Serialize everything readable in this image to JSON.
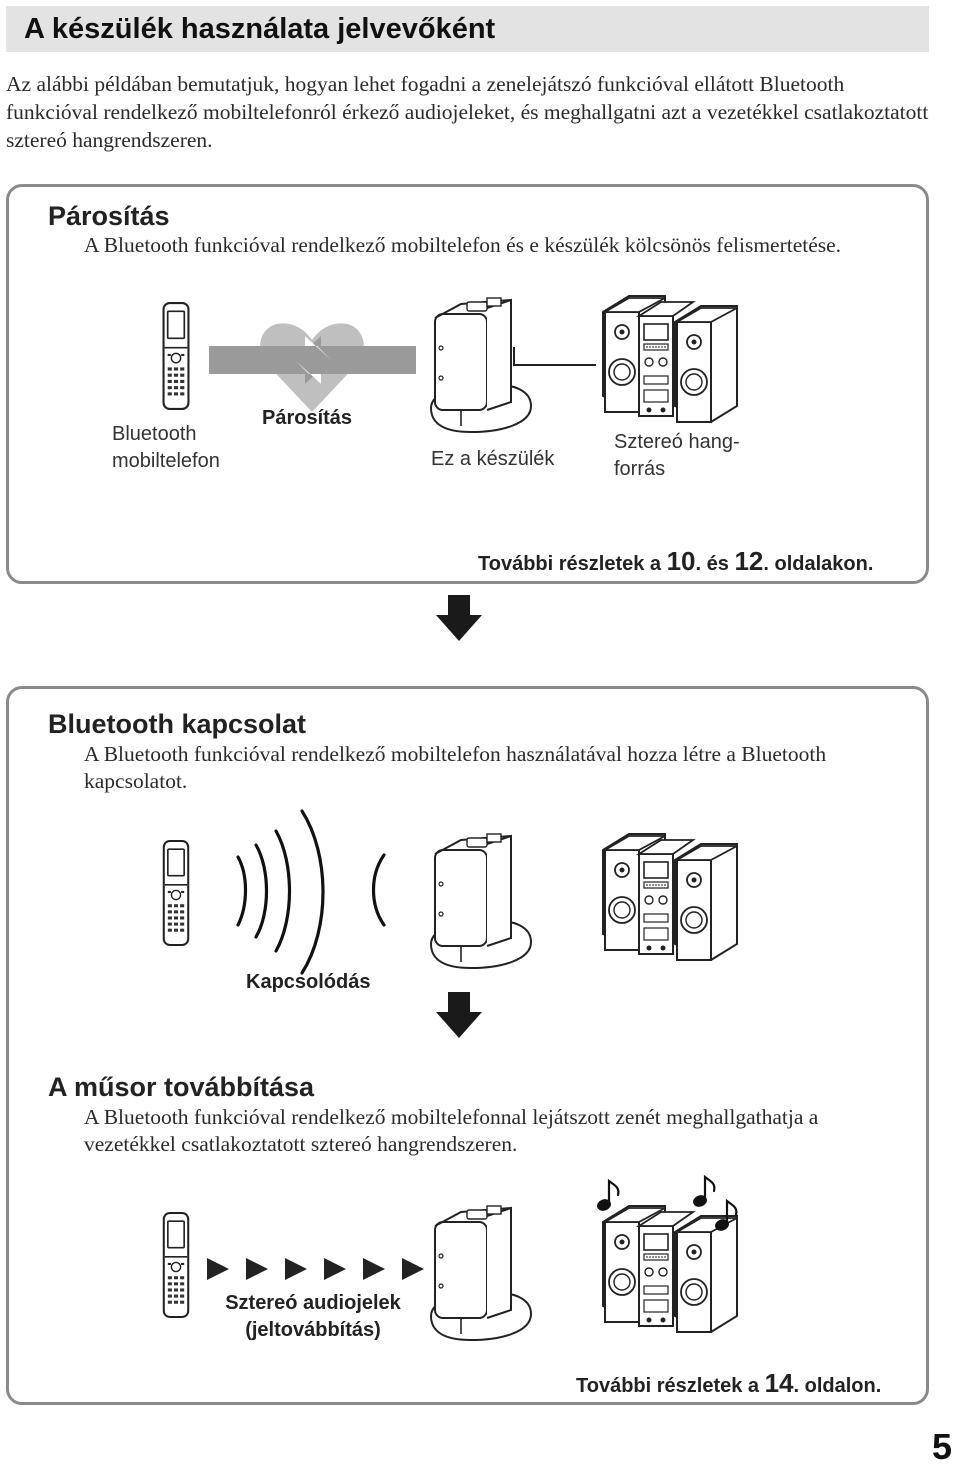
{
  "header": {
    "title": "A készülék használata jelvevőként"
  },
  "intro": "Az alábbi példában bemutatjuk, hogyan lehet fogadni a zenelejátszó funkcióval ellátott Bluetooth funkcióval rendelkező mobiltelefonról érkező audiojeleket, és meghallgatni azt a vezetékkel csatlakoztatott sztereó hangrendszeren.",
  "pairing": {
    "title": "Párosítás",
    "description": "A Bluetooth funkcióval rendelkező mobiltelefon és e készülék kölcsönös felismertetése.",
    "phone_label_1": "Bluetooth",
    "phone_label_2": "mobiltelefon",
    "action_label": "Párosítás",
    "device_label": "Ez a készülék",
    "stereo_label_1": "Sztereó hang-",
    "stereo_label_2": "forrás",
    "more_prefix": "További részletek a ",
    "more_page_1": "10",
    "more_mid": ". és ",
    "more_page_2": "12",
    "more_suffix": ". oldalakon."
  },
  "connection": {
    "title": "Bluetooth kapcsolat",
    "description": "A Bluetooth funkcióval rendelkező mobiltelefon használatával hozza létre a Bluetooth kapcsolatot.",
    "action_label": "Kapcsolódás"
  },
  "transmission": {
    "title": "A műsor továbbítása",
    "description": "A Bluetooth funkcióval rendelkező mobiltelefonnal lejátszott zenét meghallgathatja a vezetékkel csatlakoztatott sztereó hangrendszeren.",
    "signal_label_1": "Sztereó audiojelek",
    "signal_label_2": "(jeltovábbítás)",
    "more_prefix": "További részletek a ",
    "more_page": "14",
    "more_suffix": ". oldalon."
  },
  "page_number": "5",
  "icons": {
    "phone": "mobile-phone-icon",
    "receiver": "bluetooth-receiver-icon",
    "stereo": "stereo-system-icon",
    "heart": "heart-icon",
    "waves": "signal-waves-icon",
    "notes": "music-note-icon",
    "arrow": "arrow-down-icon"
  },
  "colors": {
    "panel_border": "#8a8a8a",
    "title_bar": "#e3e3e3",
    "arrow_fill": "#1a1a1a",
    "heart_fill": "#bfbfbf",
    "gray_arrow": "#9a9a9a"
  }
}
